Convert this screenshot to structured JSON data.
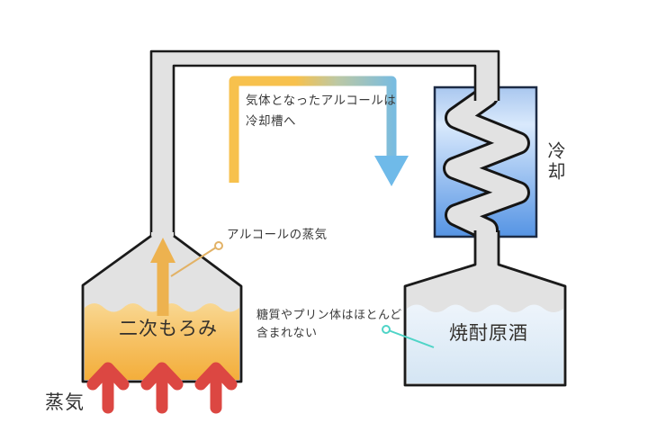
{
  "diagram": {
    "labels": {
      "flow_note_line1": "気体となったアルコールは",
      "flow_note_line2": "冷却槽へ",
      "vapor_label": "アルコールの蒸気",
      "pot_label": "二次もろみ",
      "steam_label": "蒸気",
      "sugar_note_line1": "糖質やプリン体はほとんど",
      "sugar_note_line2": "含まれない",
      "cooling_label": "冷却",
      "distillate_label": "焼酎原酒"
    },
    "colors": {
      "vessel_gray": "#e2e2e2",
      "outline": "#1b1b1b",
      "mash_top": "#f9d995",
      "mash_mid": "#f6c163",
      "mash_bottom": "#f3ad39",
      "steam_arrow_red": "#dc4742",
      "vapor_arrow_orange": "#edb24f",
      "flow_yellow": "#f7c14d",
      "flow_mid": "#bcc8a4",
      "flow_blue": "#6fbae9",
      "tank_top": "#a9c7ef",
      "tank_light": "#d9e9fc",
      "tank_bottom": "#5594e4",
      "distillate_top": "#edf4fb",
      "distillate_bottom": "#d4e5f3",
      "vapor_leader": "#e2b266",
      "sugar_leader": "#4fd4c7"
    }
  }
}
